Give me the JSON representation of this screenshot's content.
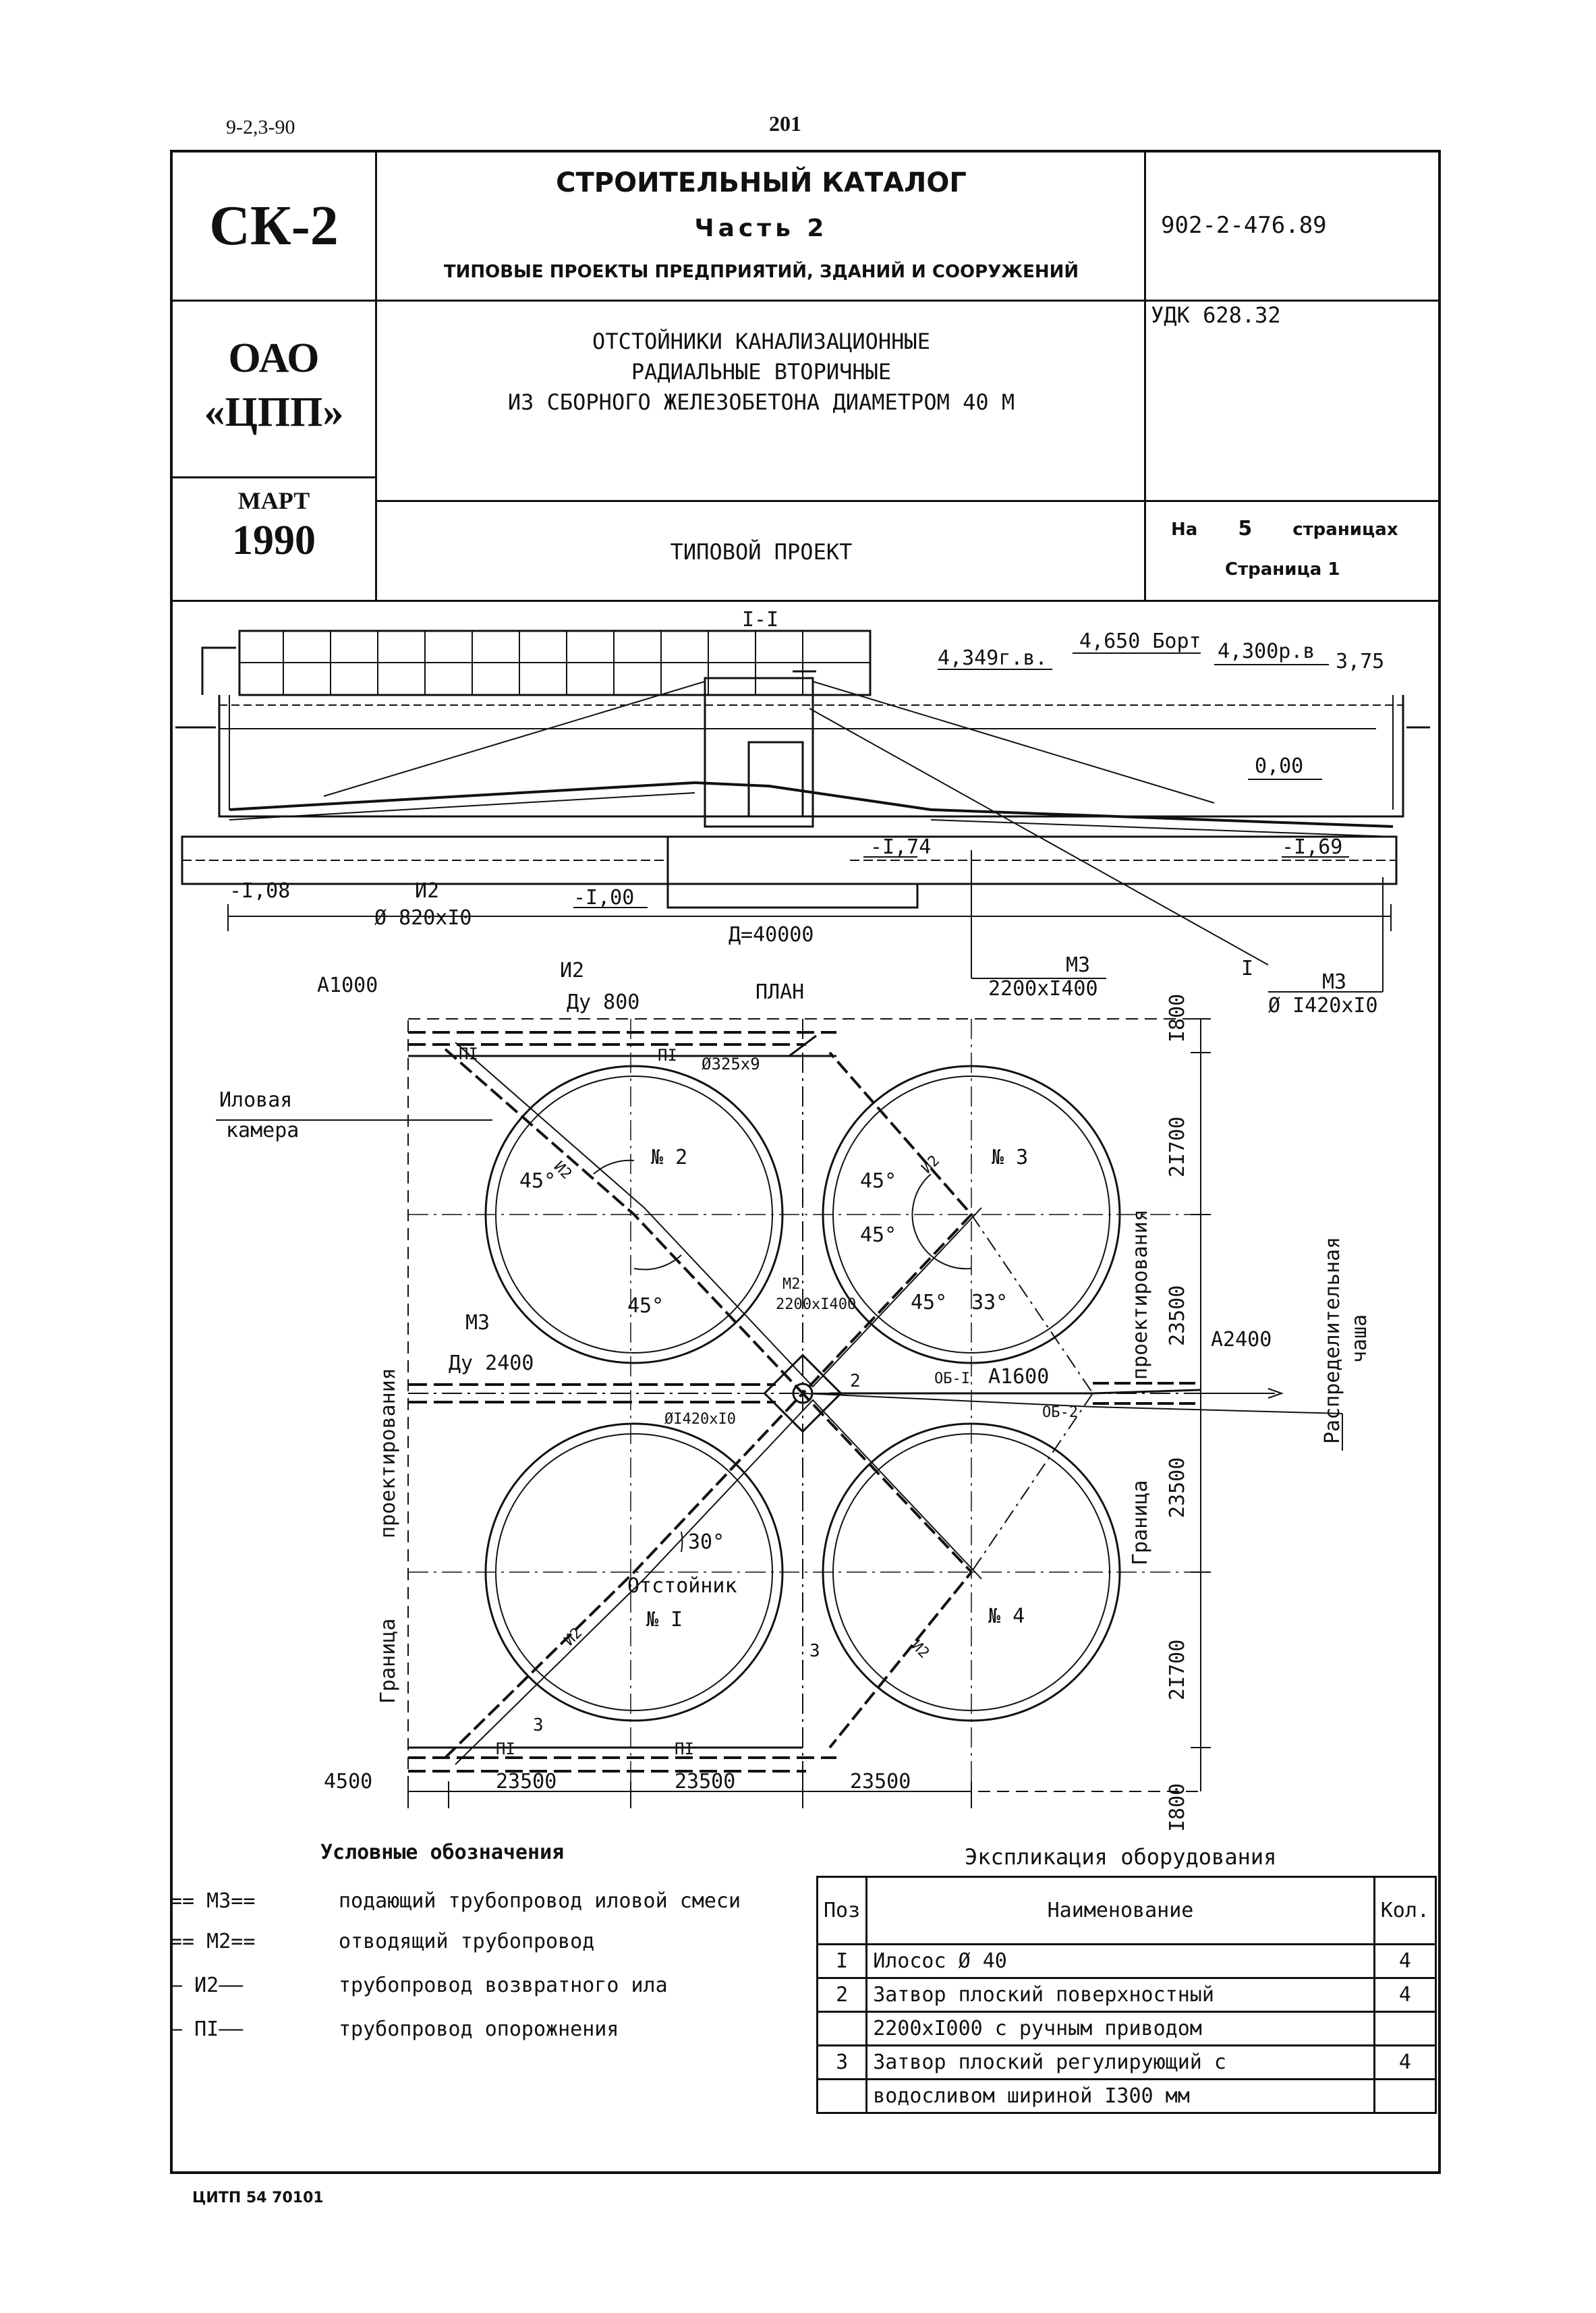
{
  "page": {
    "doc_ref": "9-2,3-90",
    "page_number": "201",
    "footer": "ЦИТП 54 70101"
  },
  "stamp": {
    "series": "СК-2",
    "org_line1": "ОАО",
    "org_line2": "«ЦПП»",
    "month": "МАРТ",
    "year": "1990"
  },
  "catalog": {
    "title": "СТРОИТЕЛЬНЫЙ КАТАЛОГ",
    "part": "Часть 2",
    "subtitle": "ТИПОВЫЕ ПРОЕКТЫ ПРЕДПРИЯТИЙ, ЗДАНИЙ И СООРУЖЕНИЙ",
    "code": "902-2-476.89",
    "udk": "УДК 628.32",
    "project_title_1": "ОТСТОЙНИКИ КАНАЛИЗАЦИОННЫЕ",
    "project_title_2": "РАДИАЛЬНЫЕ ВТОРИЧНЫЕ",
    "project_title_3": "ИЗ СБОРНОГО ЖЕЛЕЗОБЕТОНА ДИАМЕТРОМ 40 М",
    "project_type": "ТИПОВОЙ ПРОЕКТ",
    "pages_prefix": "На",
    "pages_count": "5",
    "pages_suffix": "страницах",
    "page_label": "Страница 1"
  },
  "section": {
    "label": "I-I",
    "level_ground_water": "4,349г.в.",
    "level_board": "4,650 Борт",
    "level_design": "4,300р.в",
    "level_375": "3,75",
    "level_000": "0,00",
    "level_m174": "-I,74",
    "level_m169": "-I,69",
    "level_m108": "-I,08",
    "level_m100": "-I,00",
    "pipe_i2": "И2",
    "pipe_i2_dim": "Ø 820xI0",
    "diameter": "Д=40000",
    "m3_left": "М3",
    "m3_left_dim": "2200xI400",
    "cut_mark": "I",
    "m3_right": "М3",
    "m3_right_dim": "Ø I420xI0"
  },
  "plan": {
    "title": "ПЛАН",
    "a1000": "А1000",
    "i2_top": "И2",
    "du800": "Ду 800",
    "p1_a": "ПI",
    "p1_b": "ПI",
    "d325": "Ø325x9",
    "silt_chamber_1": "Иловая",
    "silt_chamber_2": "камера",
    "n2": "№ 2",
    "n3": "№ 3",
    "n1": "№ I",
    "n4": "№ 4",
    "angle45_a": "45°",
    "angle45_b": "45°",
    "angle45_c": "45°",
    "angle45_d": "45°",
    "angle45_e": "45°",
    "angle33": "33°",
    "angle30": "30°",
    "m3_label": "М3",
    "du2400": "Ду 2400",
    "a2400": "А2400",
    "a1600": "А1600",
    "d1420": "ØI420xI0",
    "m2_label": "М2",
    "m2_dim": "2200xI400",
    "ob1": "ОБ-I",
    "ob2": "ОБ-2",
    "pos2": "2",
    "pos3_a": "3",
    "pos3_b": "3",
    "settler": "Отстойник",
    "boundary_left": "Граница",
    "design_left": "проектирования",
    "boundary_right": "Граница",
    "design_right": "проектирования",
    "distrib_1": "Распределительная",
    "distrib_2": "чаша",
    "dim_4500": "4500",
    "dim_h1": "23500",
    "dim_h2": "23500",
    "dim_h3": "23500",
    "dim_v1": "I800",
    "dim_v2": "2I700",
    "dim_v3": "23500",
    "dim_v4": "23500",
    "dim_v5": "2I700",
    "dim_v6": "I800",
    "i2_a": "И2",
    "i2_b": "И2",
    "i2_c": "И2",
    "i2_d": "И2"
  },
  "legend": {
    "title": "Условные обозначения",
    "rows": [
      {
        "sym": "== М3== ",
        "text": "подающий трубопровод иловой смеси"
      },
      {
        "sym": "== М2== ",
        "text": "отводящий трубопровод"
      },
      {
        "sym": "— И2——",
        "text": "трубопровод возвратного ила"
      },
      {
        "sym": "— ПI——",
        "text": "трубопровод опорожнения"
      }
    ]
  },
  "explication": {
    "title": "Экспликация оборудования",
    "headers": {
      "pos": "Поз",
      "name": "Наименование",
      "qty": "Кол."
    },
    "rows": [
      {
        "pos": "I",
        "name": "Илосос  Ø 40",
        "name2": "",
        "qty": "4"
      },
      {
        "pos": "2",
        "name": "Затвор плоский поверхностный",
        "name2": "2200xI000 с ручным приводом",
        "qty": "4"
      },
      {
        "pos": "3",
        "name": "Затвор плоский регулирующий с",
        "name2": "водосливом шириной I300 мм",
        "qty": "4"
      }
    ]
  }
}
